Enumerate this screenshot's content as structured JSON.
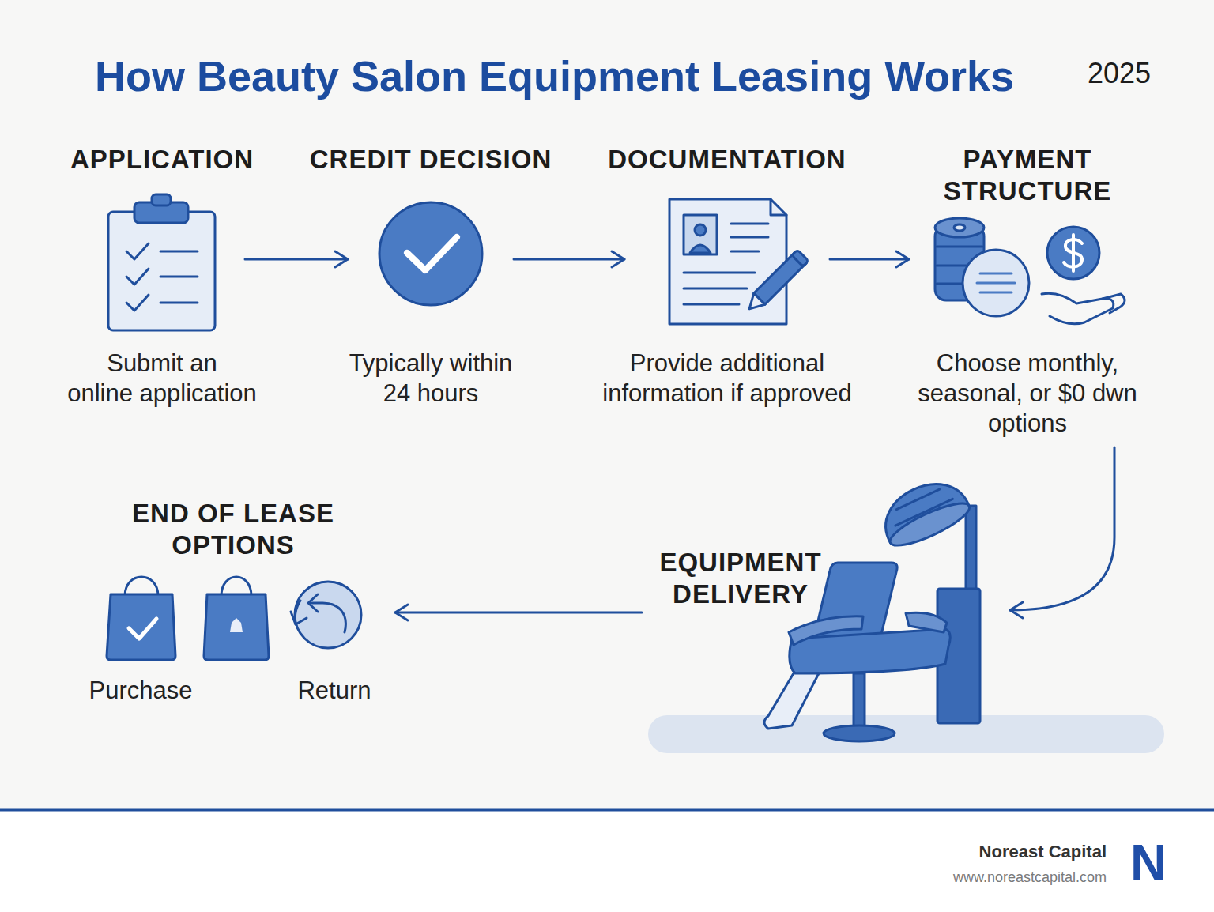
{
  "diagram": {
    "title": "How Beauty Salon Equipment Leasing Works",
    "nodes": [
      {
        "text": [
          "APPLICATION",
          "Submit an online application"
        ]
      },
      {
        "text": [
          "CREDIT DECISION",
          "Typically within 24 hours"
        ]
      },
      {
        "text": [
          "DOCUMENTATION",
          "Provide additional information if approved"
        ]
      },
      {
        "text": [
          "PAYMENT STRUCTURE",
          "Choose monthly, seasonal, or $0 dwn options"
        ]
      },
      {
        "text": [
          "EQUIPMENT DELIVERY"
        ]
      },
      {
        "text": [
          "END OF LEASE OPTIONS"
        ]
      }
    ],
    "edges": [
      {
        "from": 0,
        "to": 1,
        "arrow": "to"
      },
      {
        "from": 1,
        "to": 2,
        "arrow": "to"
      },
      {
        "from": 2,
        "to": 3,
        "arrow": "to"
      },
      {
        "from": 3,
        "to": 4,
        "arrow": "to"
      },
      {
        "from": 4,
        "to": 5,
        "arrow": "to"
      }
    ],
    "labels": [
      "2025",
      "Purchase",
      "Return",
      "Noreast Capital",
      "www.noreastcapital.com",
      "N"
    ]
  }
}
